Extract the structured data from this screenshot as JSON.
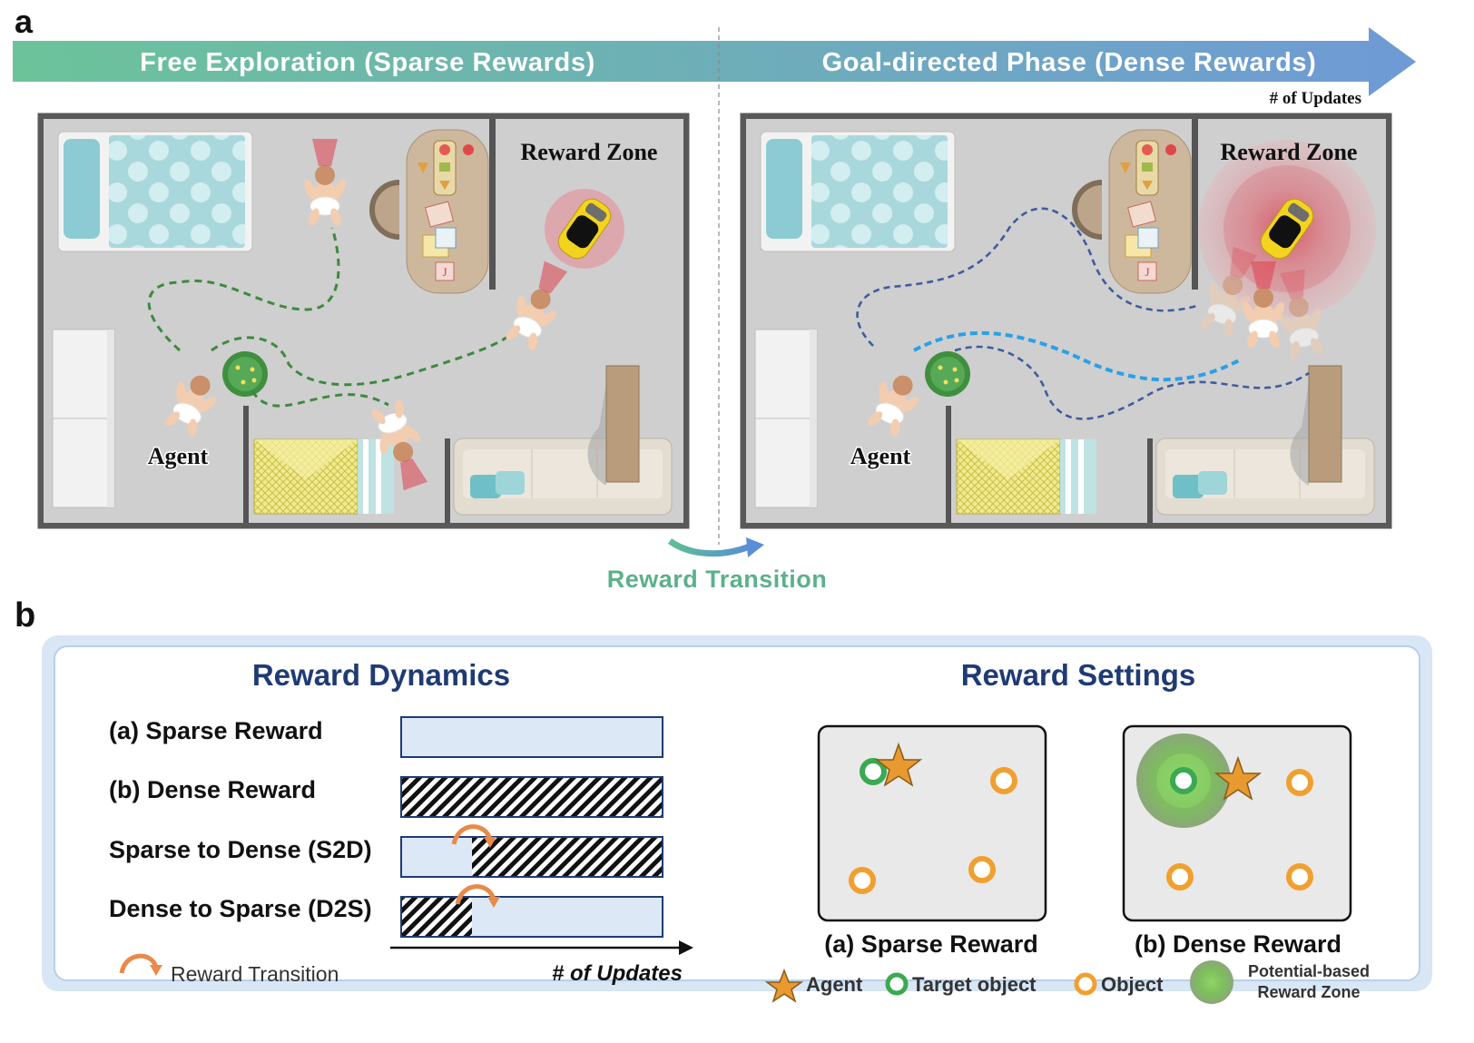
{
  "panel_a": {
    "letter": "a",
    "phase_free": "Free Exploration (Sparse Rewards)",
    "phase_goal": "Goal-directed Phase (Dense Rewards)",
    "updates_label": "# of Updates",
    "left_room": {
      "reward_zone_label": "Reward Zone",
      "agent_label": "Agent"
    },
    "right_room": {
      "reward_zone_label": "Reward Zone",
      "agent_label": "Agent"
    },
    "transition_label": "Reward Transition",
    "colors": {
      "arrow_start": "#6cc39a",
      "arrow_end": "#6f9ad6",
      "green_path": "#3e8a3e",
      "navy_path": "#2f4f9a",
      "cyan_path": "#2aa0e8"
    }
  },
  "panel_b": {
    "letter": "b",
    "dynamics": {
      "title": "Reward Dynamics",
      "rows": [
        {
          "label": "(a) Sparse Reward",
          "pattern": "sparse"
        },
        {
          "label": "(b) Dense Reward",
          "pattern": "dense"
        },
        {
          "label": "Sparse to Dense (S2D)",
          "pattern": "s2d"
        },
        {
          "label": "Dense to Sparse (D2S)",
          "pattern": "d2s"
        }
      ],
      "axis_label": "# of Updates",
      "legend_label": "Reward Transition"
    },
    "settings": {
      "title": "Reward Settings",
      "sparse_caption": "(a) Sparse Reward",
      "dense_caption": "(b) Dense Reward",
      "legend": {
        "agent": "Agent",
        "target": "Target object",
        "object": "Object",
        "zone_line1": "Potential-based",
        "zone_line2": "Reward Zone"
      }
    },
    "colors": {
      "title": "#1f3b73",
      "bar_fill": "#dde8f6",
      "object": "#f0a030",
      "target": "#3aaa50",
      "star": "#e89a30"
    }
  }
}
